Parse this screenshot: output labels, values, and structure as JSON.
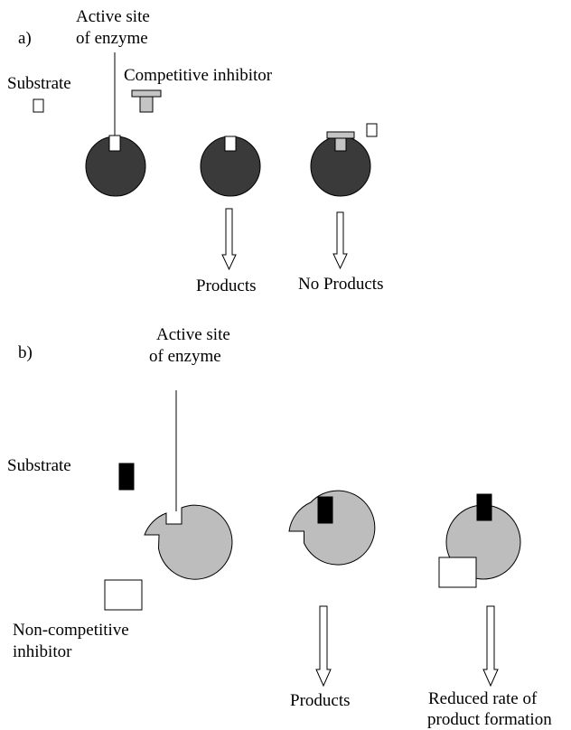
{
  "panel_a": {
    "marker": "a)",
    "active_site_label_line1": "Active site",
    "active_site_label_line2": "of enzyme",
    "substrate_label": "Substrate",
    "inhibitor_label": "Competitive inhibitor",
    "products_label": "Products",
    "no_products_label": "No Products"
  },
  "panel_b": {
    "marker": "b)",
    "active_site_label_line1": "Active site",
    "active_site_label_line2": "of enzyme",
    "substrate_label": "Substrate",
    "inhibitor_label_line1": "Non-competitive",
    "inhibitor_label_line2": "inhibitor",
    "products_label": "Products",
    "reduced_label_line1": "Reduced rate of",
    "reduced_label_line2": "product formation"
  },
  "colors": {
    "enzyme_a": "#3a3a3a",
    "enzyme_b": "#bdbdbd",
    "competitive_inhibitor": "#c4c4c4",
    "substrate_b": "#000000",
    "outline": "#000000"
  }
}
